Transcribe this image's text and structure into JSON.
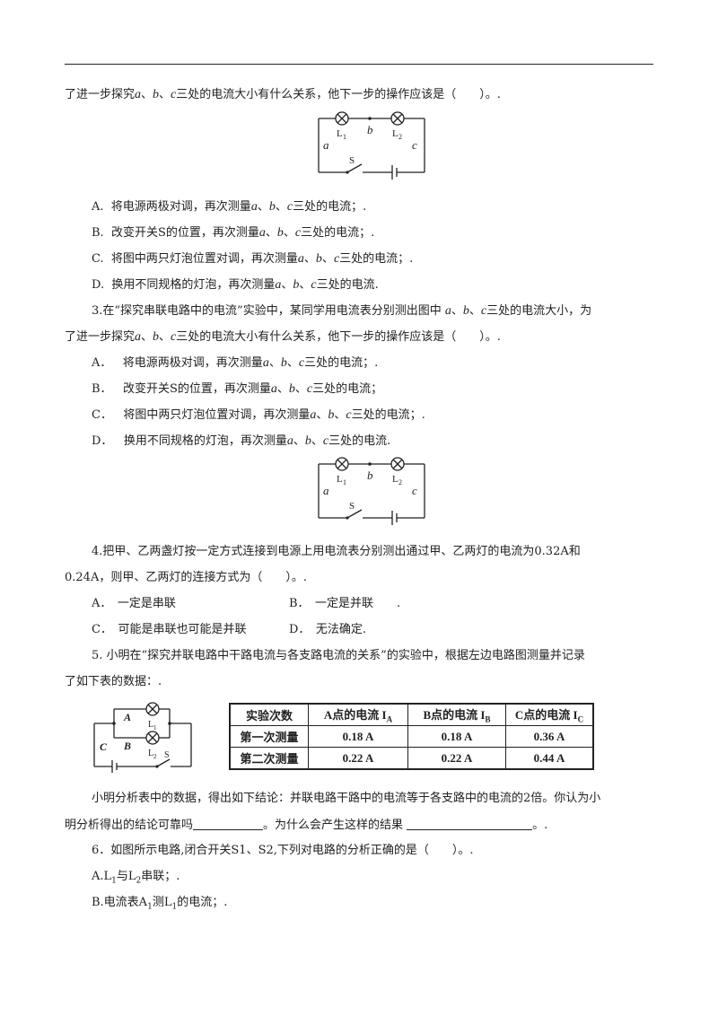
{
  "page": {
    "q2": {
      "line1_pre": "了进一步探究",
      "line1_post": "三处的电流大小有什么关系，他下一步的操作应该是（　　）。.",
      "options": [
        {
          "label": "A.",
          "pre": "将电源两极对调，再次测量",
          "post": "三处的电流；."
        },
        {
          "label": "B.",
          "pre": "改变开关S的位置，再次测量",
          "post": "三处的电流；."
        },
        {
          "label": "C.",
          "pre": "将图中两只灯泡位置对调，再次测量",
          "post": "三处的电流；."
        },
        {
          "label": "D.",
          "pre": "换用不同规格的灯泡，再次测量",
          "post": "三处的电流."
        }
      ]
    },
    "vars": {
      "a": "a",
      "b": "b",
      "c": "c",
      "sep": "、"
    },
    "circuit": {
      "L1": "L",
      "L2": "L",
      "sub1": "1",
      "sub2": "2",
      "a": "a",
      "b": "b",
      "c": "c",
      "S": "S"
    },
    "q3": {
      "line1_pre": "3.在“探究串联电路中的电流”实验中，某同学用电流表分别测出图中",
      "line1_post": "三处的电流大小，为",
      "line2_pre": "了进一步探究",
      "line2_post": "三处的电流大小有什么关系，他下一步的操作应该是（　　）。.",
      "options": [
        {
          "label": "A．",
          "pre": "将电源两极对调，再次测量",
          "post": "三处的电流；."
        },
        {
          "label": "B．",
          "pre": "改变开关S的位置，再次测量",
          "post": "三处的电流；"
        },
        {
          "label": "C．",
          "pre": "将图中两只灯泡位置对调，再次测量",
          "post": "三处的电流；."
        },
        {
          "label": "D．",
          "pre": "换用不同规格的灯泡，再次测量",
          "post": "三处的电流."
        }
      ]
    },
    "q4": {
      "line1": "4.把甲、乙两盏灯按一定方式连接到电源上用电流表分别测出通过甲、乙两灯的电流为0.32A和",
      "line2": "0.24A，则甲、乙两灯的连接方式为（　　）。.",
      "optA": "A．　一定是串联",
      "optB": "B．　一定是并联　　.",
      "optC": "C．　可能是串联也可能是并联",
      "optD": "D．　无法确定."
    },
    "q5": {
      "line1": "5. 小明在“探究并联电路中干路电流与各支路电流的关系”的实验中，根据左边电路图测量并记录",
      "line2": "了如下表的数据：.",
      "circuit": {
        "A": "A",
        "B": "B",
        "C": "C",
        "L1": "L",
        "L2": "L",
        "sub1": "1",
        "sub2": "2",
        "S": "S"
      },
      "table": {
        "h0": "实验次数",
        "h1": "A点的电流 I",
        "h1s": "A",
        "h2": "B点的电流 I",
        "h2s": "B",
        "h3": "C点的电流 I",
        "h3s": "C",
        "rows": [
          [
            "第一次测量",
            "0.18 A",
            "0.18 A",
            "0.36 A"
          ],
          [
            "第二次测量",
            "0.22 A",
            "0.22 A",
            "0.44 A"
          ]
        ]
      },
      "para1": "小明分析表中的数据，得出如下结论：并联电路干路中的电流等于各支路中的电流的2倍。你认为小",
      "para2_pre": "明分析得出的结论可靠吗",
      "para2_mid": "。为什么会产生这样的结果",
      "para2_post": "。."
    },
    "q6": {
      "line1": "6．如图所示电路,闭合开关S1、S2,下列对电路的分析正确的是（　　）。.",
      "optA_pre": "A.L",
      "optA_s1": "1",
      "optA_mid": "与L",
      "optA_s2": "2",
      "optA_post": "串联；.",
      "optB_pre": "B.电流表A",
      "optB_s1": "1",
      "optB_mid": "测L",
      "optB_s2": "1",
      "optB_post": "的电流；."
    }
  }
}
